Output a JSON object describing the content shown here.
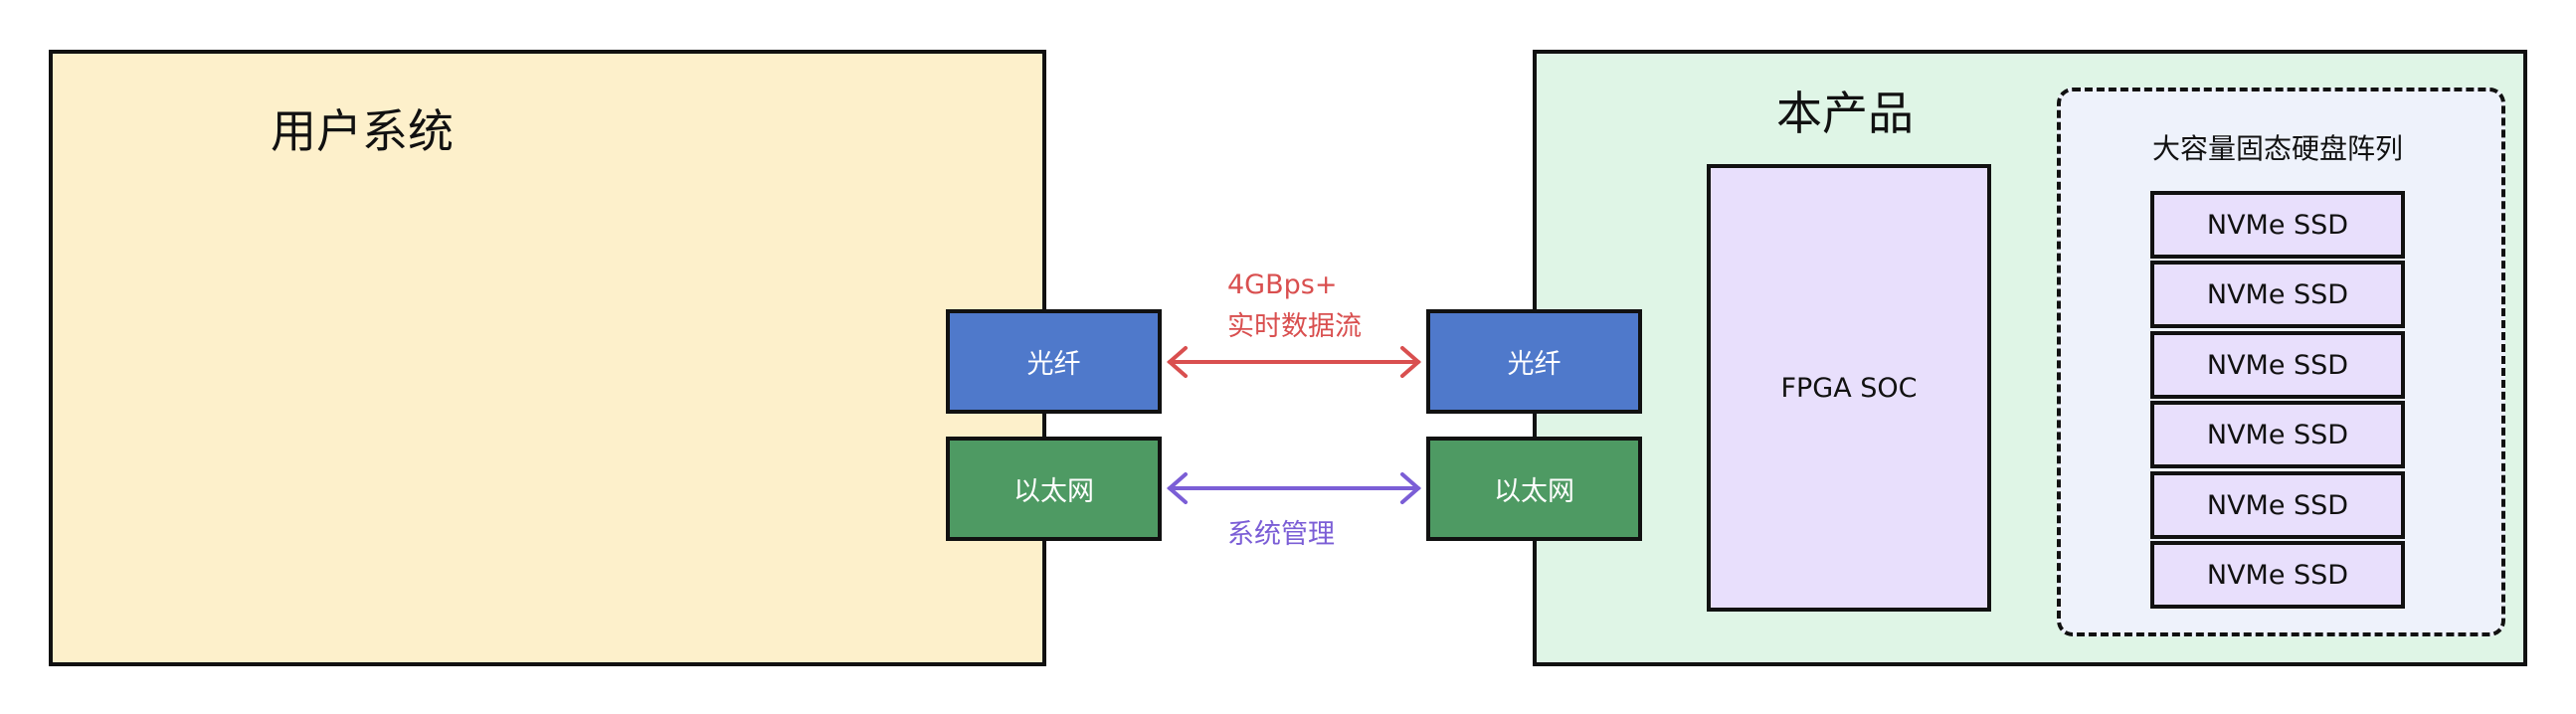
{
  "user_system": {
    "title": "用户系统"
  },
  "product": {
    "title": "本产品"
  },
  "ports": {
    "fiber_label": "光纤",
    "ethernet_label": "以太网"
  },
  "fpga": {
    "label": "FPGA SOC"
  },
  "ssd_array": {
    "title": "大容量固态硬盘阵列",
    "drives": [
      "NVMe SSD",
      "NVMe SSD",
      "NVMe SSD",
      "NVMe SSD",
      "NVMe SSD",
      "NVMe SSD"
    ]
  },
  "links": {
    "fiber": {
      "line1": "4GBps+",
      "line2": "实时数据流",
      "color": "#d94f4f"
    },
    "ethernet": {
      "label": "系统管理",
      "color": "#7b5ed6"
    }
  },
  "colors": {
    "user_system_bg": "#fdf0cb",
    "product_bg": "#dff5e6",
    "fiber_port": "#4f79cb",
    "ethernet_port": "#4e9a63",
    "chip_bg": "#e8dffc",
    "array_bg": "#eef2fb"
  }
}
